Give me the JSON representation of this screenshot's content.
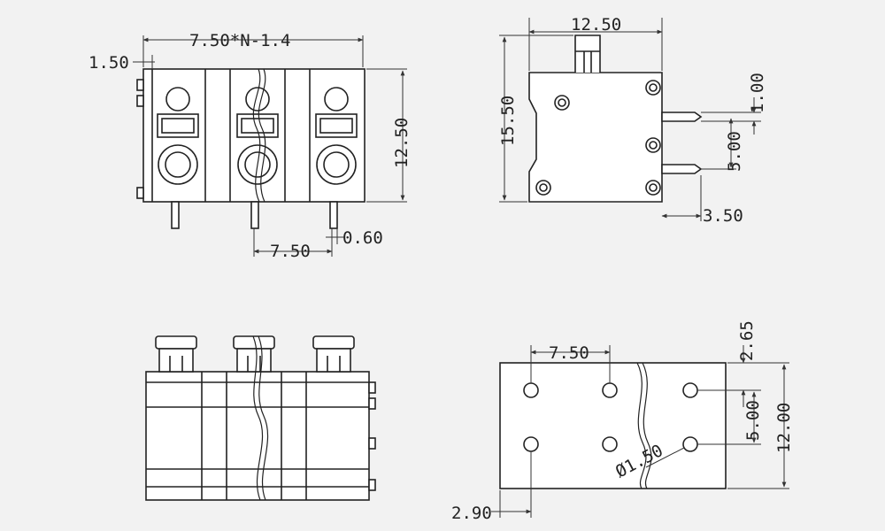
{
  "views": {
    "front": {
      "pitch_formula": "7.50*N-1.4",
      "wall": "1.50",
      "height": "12.50",
      "pitch": "7.50",
      "pin": "0.60"
    },
    "side": {
      "width": "12.50",
      "height": "15.50",
      "pin_thickness": "1.00",
      "pin_spacing": "5.00",
      "pin_length": "3.50"
    },
    "bottom": {
      "pitch": "7.50",
      "top_offset": "2.65",
      "row_spacing": "5.00",
      "height": "12.00",
      "hole_diameter": "Ø1.50",
      "left_offset": "2.90"
    }
  },
  "colors": {
    "background": "#f2f2f2",
    "line": "#222222",
    "fill": "#ffffff"
  }
}
